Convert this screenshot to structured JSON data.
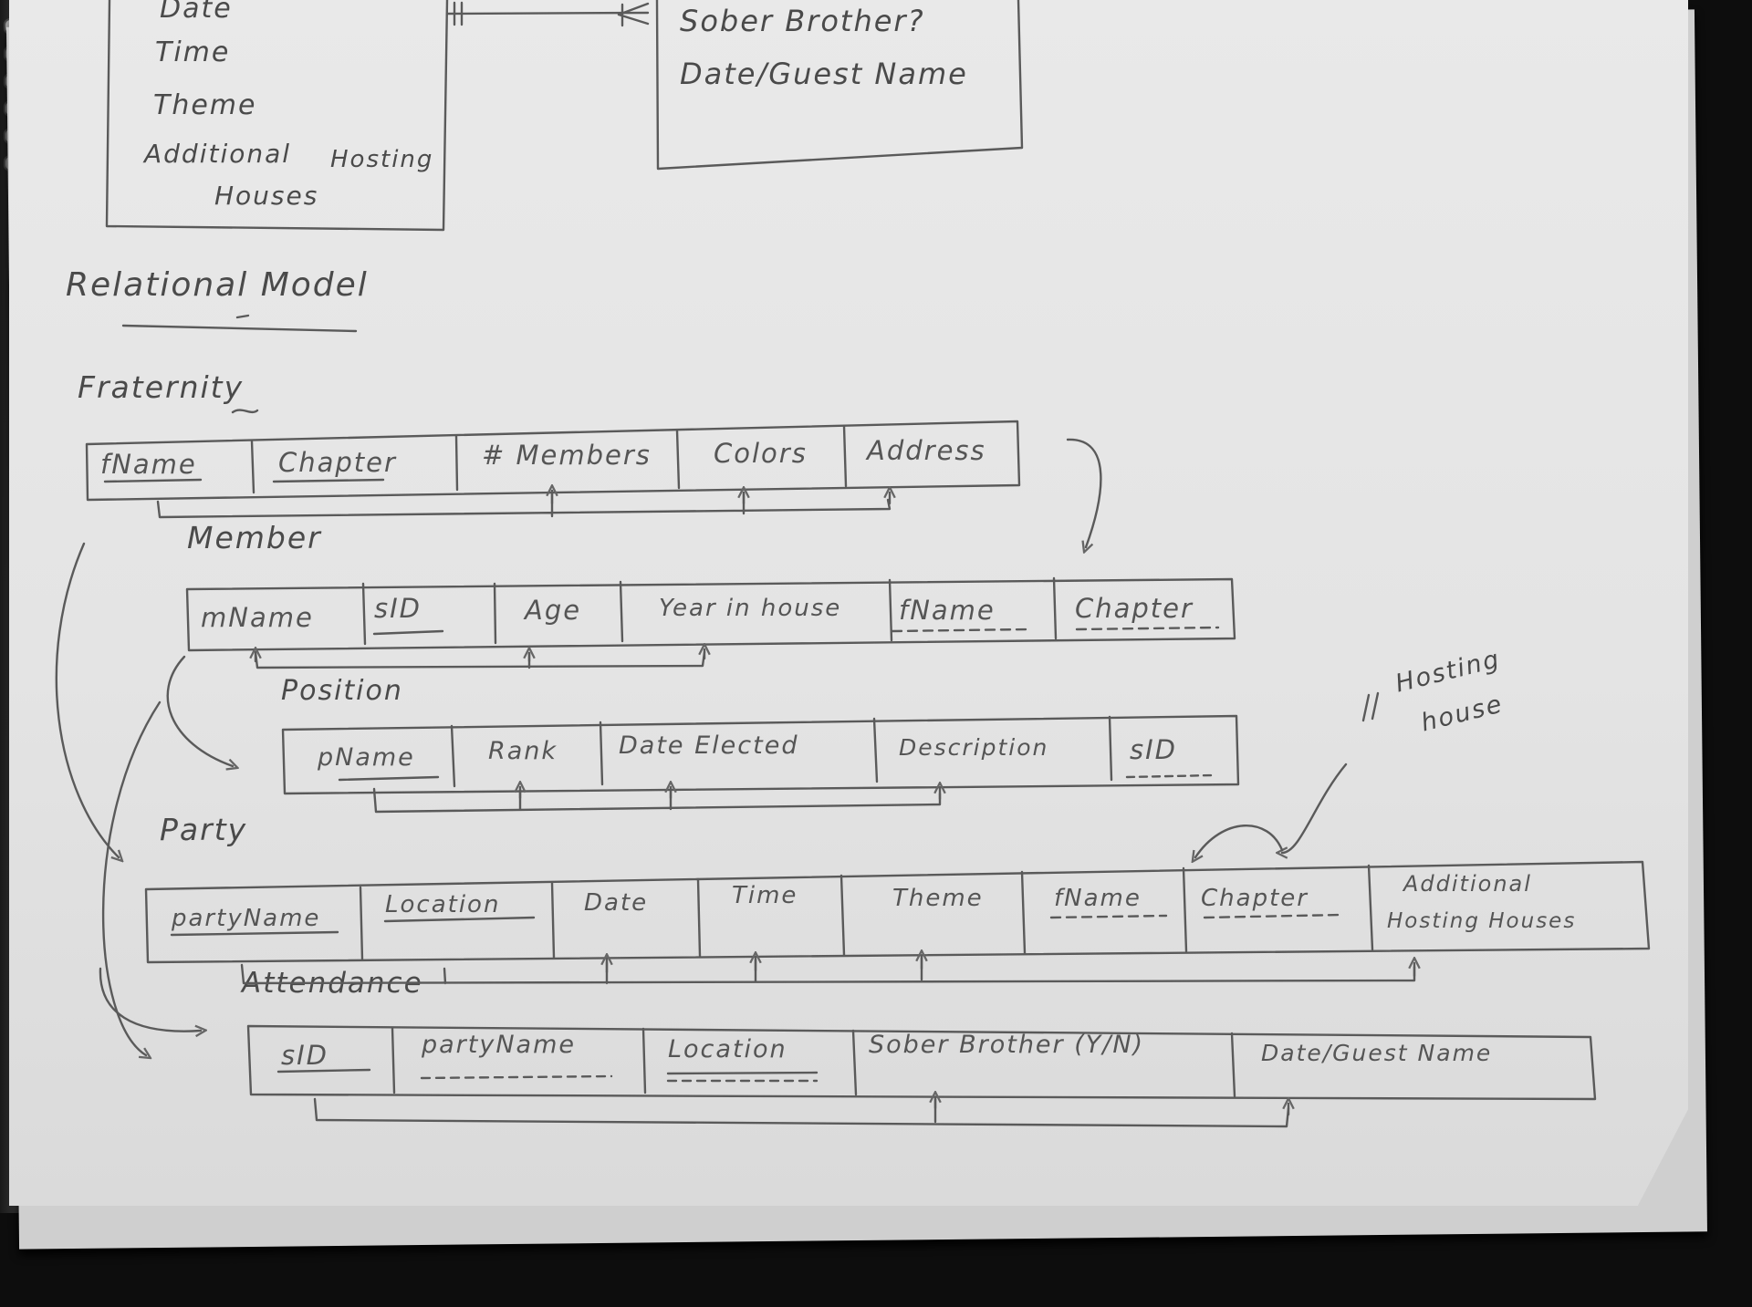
{
  "er_fragment": {
    "left_entity_attributes": [
      "Date",
      "Time",
      "Theme",
      "Additional",
      "Hosting",
      "Houses"
    ],
    "right_entity_attributes": [
      "Sober Brother?",
      "Date/Guest Name"
    ]
  },
  "section_title": "Relational Model",
  "tables": [
    {
      "name": "Fraternity",
      "columns": [
        "fName",
        "Chapter",
        "# Members",
        "Colors",
        "Address"
      ]
    },
    {
      "name": "Member",
      "columns": [
        "mName",
        "sID",
        "Age",
        "Year in house",
        "fName",
        "Chapter"
      ]
    },
    {
      "name": "Position",
      "columns": [
        "pName",
        "Rank",
        "Date Elected",
        "Description",
        "sID"
      ]
    },
    {
      "name": "Party",
      "columns": [
        "partyName",
        "Location",
        "Date",
        "Time",
        "Theme",
        "fName",
        "Chapter",
        "Additional",
        "Hosting Houses"
      ]
    },
    {
      "name": "Attendance",
      "columns": [
        "sID",
        "partyName",
        "Location",
        "Sober Brother (Y/N)",
        "Date/Guest Name"
      ]
    }
  ],
  "annotation": {
    "line1": "Hosting",
    "line2": "house"
  },
  "colors": {
    "paper": "#e6e6e6",
    "pencil": "#555555",
    "background": "#0d0d0d"
  }
}
